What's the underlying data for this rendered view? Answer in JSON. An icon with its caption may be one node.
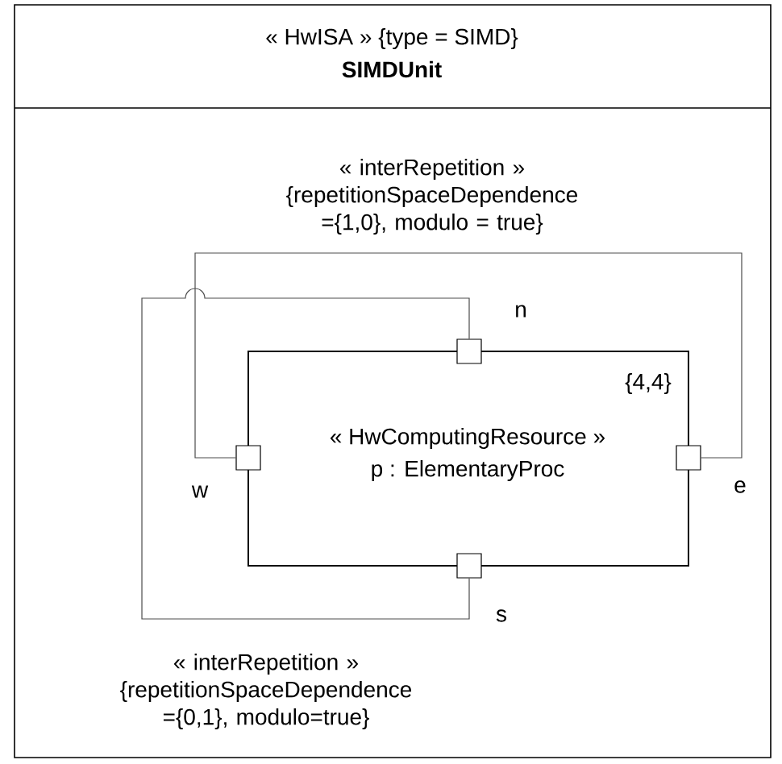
{
  "diagram": {
    "nodes": [
      {
        "text": [
          "« HwISA » {type = SIMD}",
          "SIMDUnit"
        ]
      },
      {
        "text": [
          "{4,4}",
          "« HwComputingResource »",
          "p : ElementaryProc"
        ],
        "in": 0
      },
      {
        "text": [],
        "shape": "box",
        "beside": [
          "n"
        ],
        "in": 0
      },
      {
        "text": [],
        "shape": "box",
        "beside": [
          "w"
        ],
        "in": 0
      },
      {
        "text": [],
        "shape": "box",
        "beside": [
          "e"
        ],
        "in": 0
      },
      {
        "text": [],
        "shape": "box",
        "beside": [
          "s"
        ],
        "in": 0
      }
    ],
    "edges": [
      {
        "from": 3,
        "to": 4,
        "arrow": "none",
        "label": "« interRepetition » {repetitionSpaceDependence ={1,0}, modulo = true}"
      },
      {
        "from": 2,
        "to": 5,
        "arrow": "none",
        "label": "« interRepetition » {repetitionSpaceDependence ={0,1}, modulo=true}"
      }
    ]
  }
}
